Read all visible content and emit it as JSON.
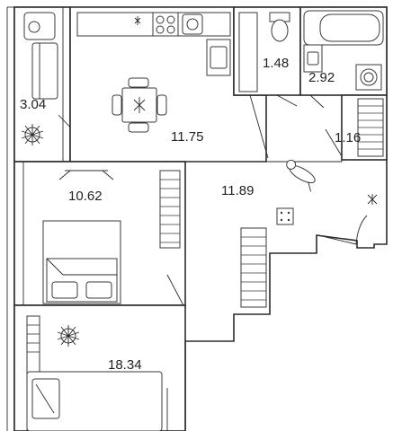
{
  "rooms": [
    {
      "id": "balcony",
      "area": "3.04"
    },
    {
      "id": "kitchen",
      "area": "11.75"
    },
    {
      "id": "wc",
      "area": "1.48"
    },
    {
      "id": "bathroom",
      "area": "2.92"
    },
    {
      "id": "closet",
      "area": "1.16"
    },
    {
      "id": "bedroom",
      "area": "10.62"
    },
    {
      "id": "hall",
      "area": "11.89"
    },
    {
      "id": "living",
      "area": "18.34"
    }
  ],
  "colors": {
    "wall": "#2b2b2b",
    "background": "#ffffff",
    "text": "#222222"
  },
  "icons": [
    "plant-icon",
    "dining-table-icon",
    "stove-icon",
    "sink-icon",
    "toilet-icon",
    "bathtub-icon",
    "washing-machine-icon",
    "bed-icon",
    "sofa-icon",
    "armchair-icon",
    "dog-icon",
    "electrical-panel-icon",
    "wardrobe-icon"
  ]
}
